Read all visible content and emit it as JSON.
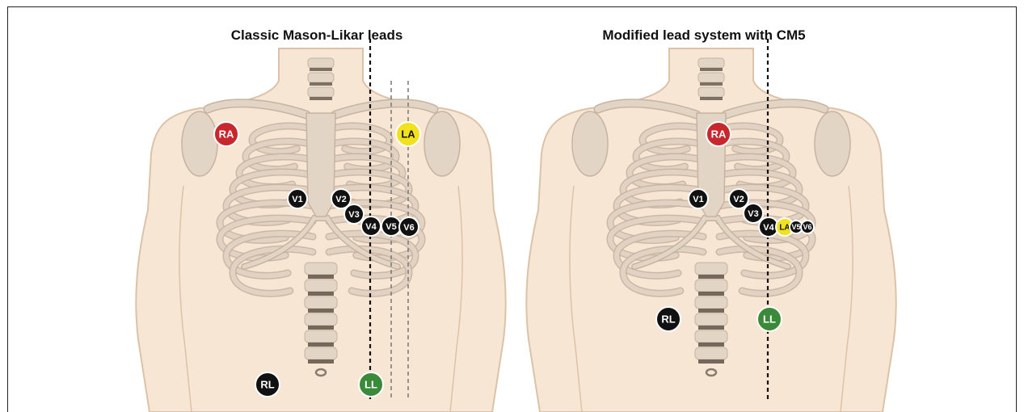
{
  "panels": [
    {
      "title": "Classic Mason-Likar leads",
      "electrodes": [
        {
          "id": "RA",
          "label": "RA",
          "color": "#c8272d",
          "text": "#ffffff"
        },
        {
          "id": "LA",
          "label": "LA",
          "color": "#f2e21d",
          "text": "#111111"
        },
        {
          "id": "V1",
          "label": "V1",
          "color": "#111111",
          "text": "#ffffff"
        },
        {
          "id": "V2",
          "label": "V2",
          "color": "#111111",
          "text": "#ffffff"
        },
        {
          "id": "V3",
          "label": "V3",
          "color": "#111111",
          "text": "#ffffff"
        },
        {
          "id": "V4",
          "label": "V4",
          "color": "#111111",
          "text": "#ffffff"
        },
        {
          "id": "V5",
          "label": "V5",
          "color": "#111111",
          "text": "#ffffff"
        },
        {
          "id": "V6",
          "label": "V6",
          "color": "#111111",
          "text": "#ffffff"
        },
        {
          "id": "RL",
          "label": "RL",
          "color": "#111111",
          "text": "#ffffff"
        },
        {
          "id": "LL",
          "label": "LL",
          "color": "#3b8a3a",
          "text": "#ffffff"
        }
      ]
    },
    {
      "title": "Modified lead system with CM5",
      "electrodes": [
        {
          "id": "RA",
          "label": "RA",
          "color": "#c8272d",
          "text": "#ffffff"
        },
        {
          "id": "V1",
          "label": "V1",
          "color": "#111111",
          "text": "#ffffff"
        },
        {
          "id": "V2",
          "label": "V2",
          "color": "#111111",
          "text": "#ffffff"
        },
        {
          "id": "V3",
          "label": "V3",
          "color": "#111111",
          "text": "#ffffff"
        },
        {
          "id": "V4",
          "label": "V4",
          "color": "#111111",
          "text": "#ffffff"
        },
        {
          "id": "LA",
          "label": "LA",
          "color": "#f2e21d",
          "text": "#111111"
        },
        {
          "id": "V5",
          "label": "V5",
          "color": "#111111",
          "text": "#ffffff"
        },
        {
          "id": "V6",
          "label": "V6",
          "color": "#111111",
          "text": "#ffffff"
        },
        {
          "id": "RL",
          "label": "RL",
          "color": "#111111",
          "text": "#ffffff"
        },
        {
          "id": "LL",
          "label": "LL",
          "color": "#3b8a3a",
          "text": "#ffffff"
        }
      ]
    }
  ],
  "colors": {
    "skin": "#f7e6d4",
    "skin_edge": "#dcc2a8",
    "bone": "#e3d5c6",
    "bone_edge": "#c7b39f",
    "spine_dark": "#4a3f36"
  }
}
